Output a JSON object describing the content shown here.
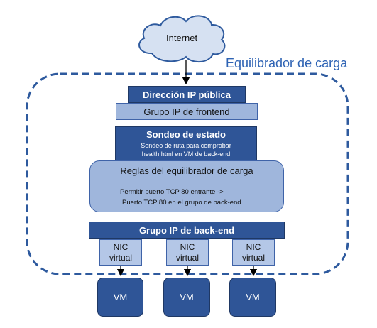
{
  "cloud": {
    "label": "Internet"
  },
  "load_balancer": {
    "label": "Equilibrador de carga"
  },
  "public_ip": {
    "label": "Dirección IP pública"
  },
  "frontend_pool": {
    "label": "Grupo IP de frontend"
  },
  "health_probe": {
    "title": "Sondeo de estado",
    "line1": "Sondeo de ruta para comprobar",
    "line2": "health.html en VM de back-end"
  },
  "lb_rules": {
    "title": "Reglas del equilibrador de carga",
    "line1": "Permitir puerto TCP 80 entrante ->",
    "line2": "Puerto TCP 80 en el grupo de back-end"
  },
  "backend_pool": {
    "label": "Grupo IP de back-end"
  },
  "nics": [
    {
      "line1": "NIC",
      "line2": "virtual"
    },
    {
      "line1": "NIC",
      "line2": "virtual"
    },
    {
      "line1": "NIC",
      "line2": "virtual"
    }
  ],
  "vms": [
    {
      "label": "VM"
    },
    {
      "label": "VM"
    },
    {
      "label": "VM"
    }
  ],
  "colors": {
    "dark_blue": "#2f5597",
    "light_blue": "#9fb6dc",
    "nic_fill": "#b4c7e7",
    "outline": "#2e5a9e",
    "lb_label": "#2e63b4"
  }
}
